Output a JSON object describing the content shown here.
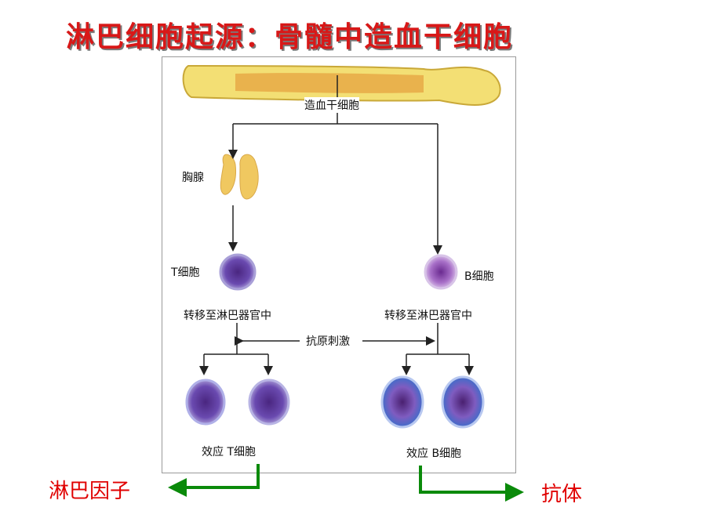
{
  "title": "淋巴细胞起源：骨髓中造血干细胞",
  "diagram": {
    "stem_cell": "造血干细胞",
    "thymus": "胸腺",
    "t_cell": "T细胞",
    "b_cell": "B细胞",
    "migrate_left": "转移至淋巴器官中",
    "migrate_right": "转移至淋巴器官中",
    "antigen_stimulus": "抗原刺激",
    "effector_t": "效应 T细胞",
    "effector_b": "效应 B细胞"
  },
  "outputs": {
    "lymphokine": "淋巴因子",
    "antibody": "抗体"
  },
  "colors": {
    "title": "#d81818",
    "output_text": "#e00000",
    "output_arrow": "#0a8a0a",
    "bone": "#f3df74",
    "marrow": "#e6a340",
    "cell_nucleus": "#5a2d8c"
  }
}
